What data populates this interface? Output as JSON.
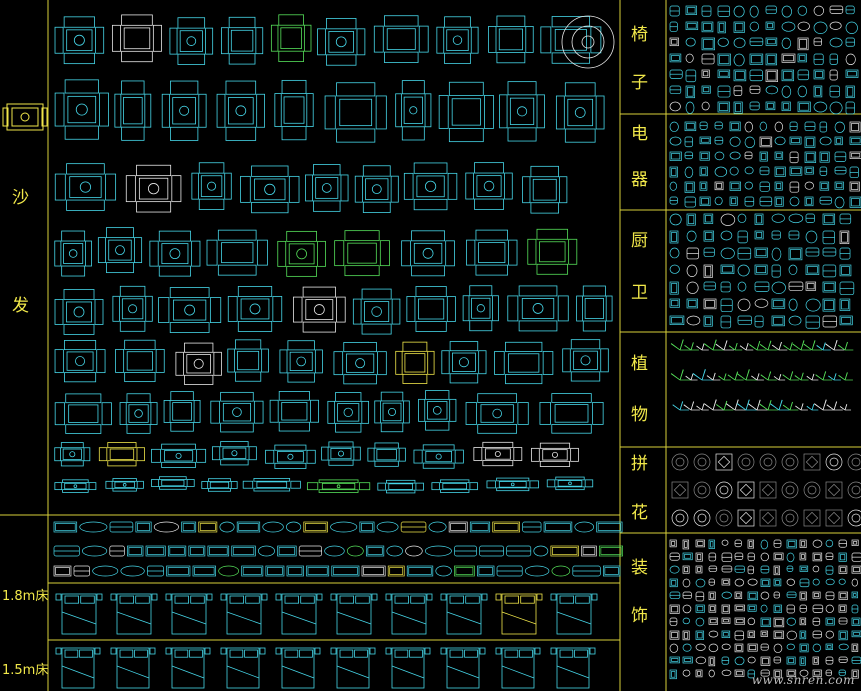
{
  "colors": {
    "background": "#000000",
    "grid_lines": "#d8cf3a",
    "label_text": "#f2e94a",
    "symbol_primary": "#46d6e8",
    "symbol_white": "#e8e8e8",
    "symbol_green": "#56e05a",
    "symbol_yellow": "#f0e64a",
    "symbol_gray": "#8a8a8a"
  },
  "labels": {
    "sofa_1": "沙",
    "sofa_2": "发",
    "bed_18": "1.8m床",
    "bed_15": "1.5m床",
    "chair_1": "椅",
    "chair_2": "子",
    "appliance_1": "电",
    "appliance_2": "器",
    "kitchen_1": "厨",
    "kitchen_2": "卫",
    "plant_1": "植",
    "plant_2": "物",
    "tile_1": "拼",
    "tile_2": "花",
    "deco_1": "装",
    "deco_2": "饰"
  },
  "watermark": "www.snren.com",
  "icons": {
    "sofa_set_icon": "sofa-set",
    "bed_icon": "bed",
    "chair_icon": "chair",
    "appliance_icon": "appliance",
    "sanitary_icon": "sanitary",
    "plant_icon": "plant",
    "tile_pattern_icon": "tile-pattern",
    "decoration_icon": "decoration"
  }
}
